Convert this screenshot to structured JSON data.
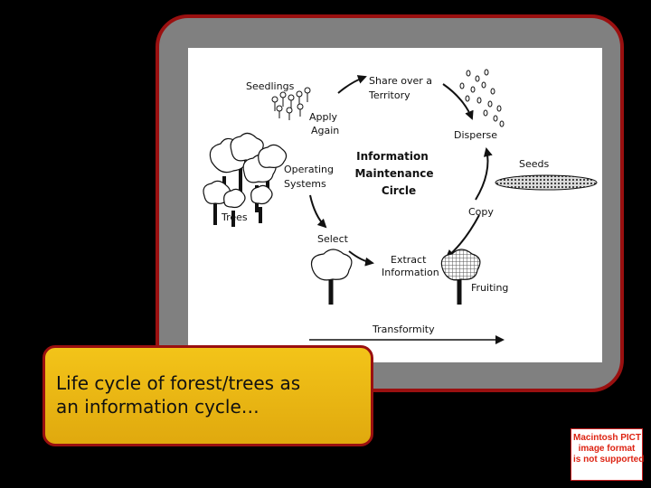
{
  "diagram": {
    "center_title": [
      "Information",
      "Maintenance",
      "Circle"
    ],
    "stages": {
      "seedlings": "Seedlings",
      "share": [
        "Share over a",
        "Territory"
      ],
      "disperse": "Disperse",
      "seeds": "Seeds",
      "copy": "Copy",
      "extract": [
        "Extract",
        "Information"
      ],
      "fruiting": "Fruiting",
      "select": "Select",
      "trees": "Trees",
      "operating": [
        "Operating",
        "Systems"
      ],
      "apply": [
        "Apply",
        "Again"
      ]
    },
    "axis_label": "Transformity"
  },
  "caption": {
    "line1": "Life cycle of forest/trees as",
    "line2": "an information cycle…"
  },
  "pict_notice": [
    "Macintosh PICT",
    "image format",
    "is not supported"
  ],
  "colors": {
    "frame_border": "#9a1010",
    "frame_fill": "#808080",
    "caption_fill": "#f0be16",
    "background": "#000000"
  }
}
